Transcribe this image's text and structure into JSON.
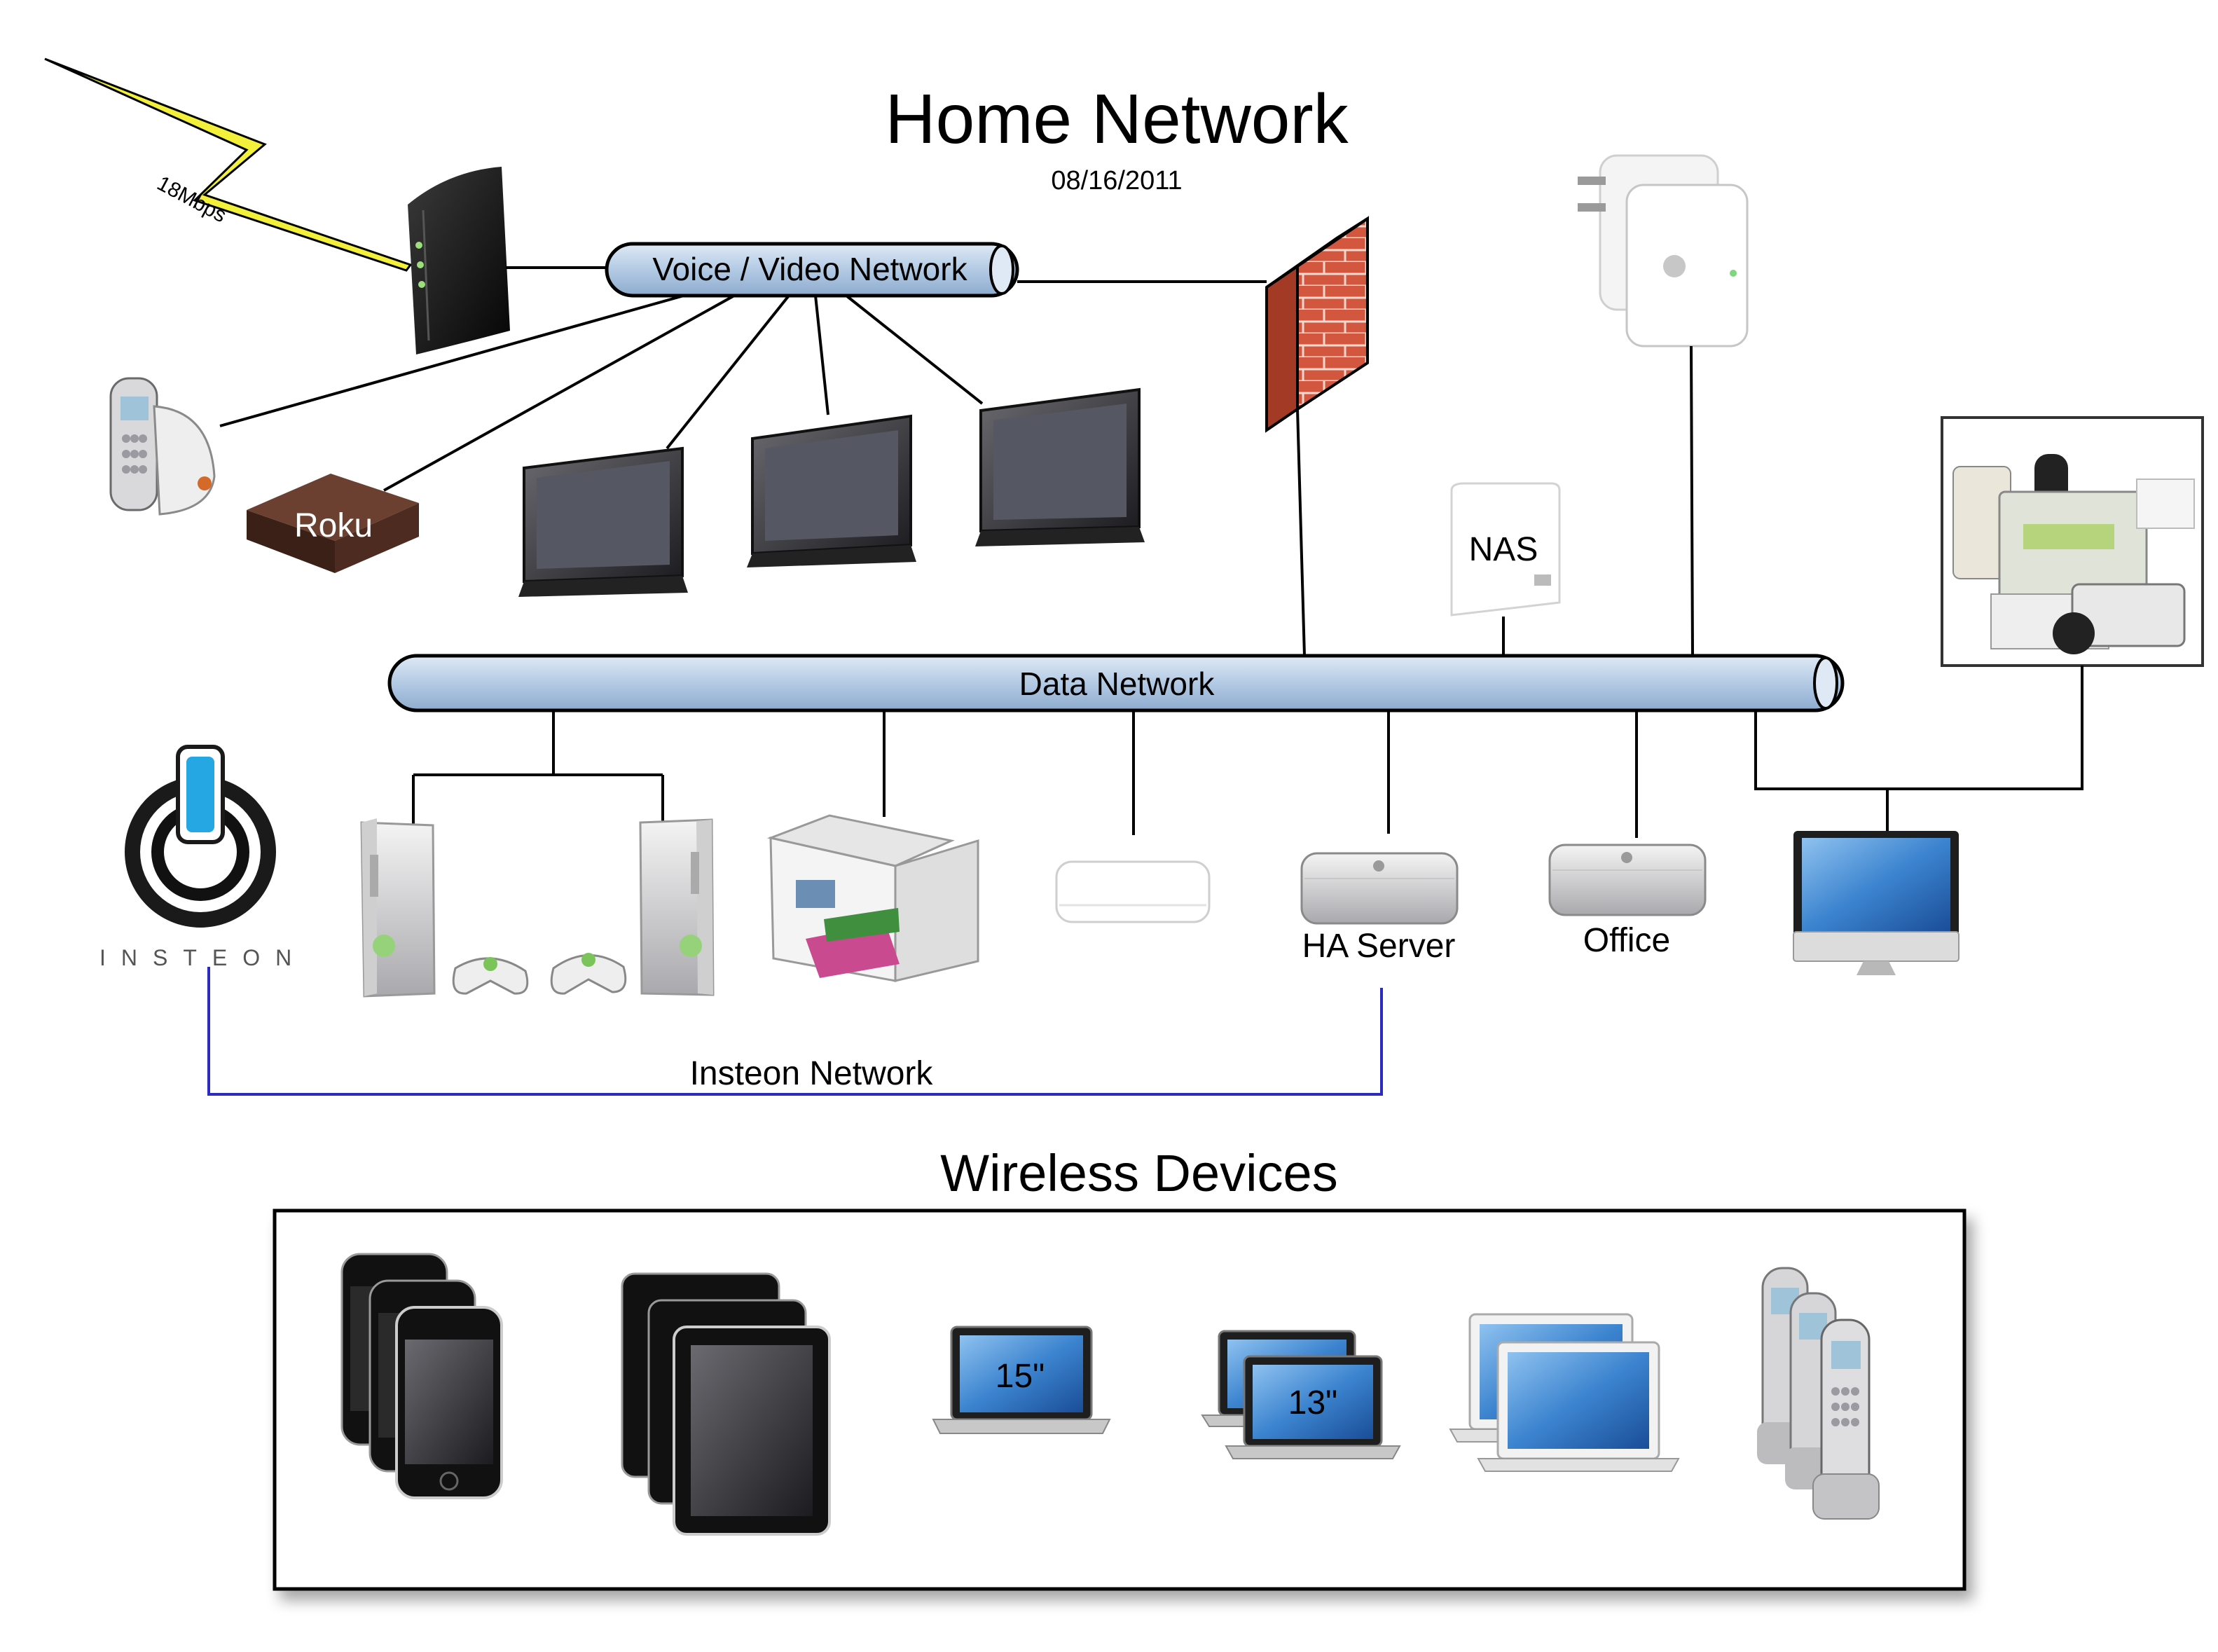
{
  "title": "Home Network",
  "date": "08/16/2011",
  "internet": {
    "speed_label": "18Mbps"
  },
  "buses": {
    "voice_video": "Voice / Video Network",
    "data": "Data Network",
    "insteon": "Insteon Network"
  },
  "devices": {
    "roku": "Roku",
    "nas": "NAS",
    "ha_server": "HA Server",
    "office": "Office",
    "insteon_brand": "INSTEON"
  },
  "wireless": {
    "title": "Wireless Devices",
    "laptop_15": "15\"",
    "laptop_13": "13\""
  },
  "icons": [
    "cable-modem-icon",
    "lightning-bolt-icon",
    "cordless-phone-icon",
    "roku-box-icon",
    "tv-icon",
    "firewall-icon",
    "airport-express-icon",
    "nas-icon",
    "security-system-icon",
    "insteon-logo-icon",
    "xbox-icon",
    "controller-icon",
    "printer-icon",
    "airport-extreme-icon",
    "mac-mini-icon",
    "imac-icon",
    "iphone-icon",
    "ipad-icon",
    "macbook-icon",
    "macbook-pro-icon"
  ],
  "colors": {
    "bus_fill": "#b7cde6",
    "insteon_line": "#2b2bbf",
    "bolt": "#f2f03a",
    "brick": "#d3563f"
  }
}
